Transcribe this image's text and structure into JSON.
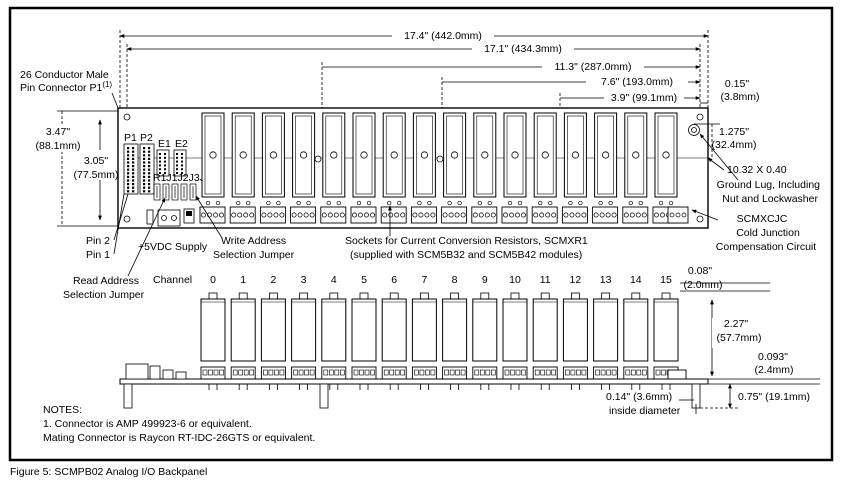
{
  "caption": "Figure 5: SCMPB02 Analog I/O Backpanel",
  "top_dimensions": [
    "17.4\" (442.0mm)",
    "17.1\" (434.3mm)",
    "11.3\" (287.0mm)",
    "7.6\" (193.0mm)",
    "3.9\" (99.1mm)"
  ],
  "edge_dimension": {
    "inch": "0.15\"",
    "mm": "(3.8mm)"
  },
  "height_outer": {
    "inch": "3.47\"",
    "mm": "(88.1mm)"
  },
  "height_inner": {
    "inch": "3.05\"",
    "mm": "(77.5mm)"
  },
  "right_dimension": {
    "inch": "1.275\"",
    "mm": "(32.4mm)"
  },
  "ground_lug": {
    "line1": "10.32 X 0.40",
    "line2": "Ground Lug, Including",
    "line3": "Nut and Lockwasher"
  },
  "connector_label": {
    "line1": "26 Conductor Male",
    "line2": "Pin Connector P1",
    "sup": "(1)"
  },
  "board_labels": {
    "p1": "P1",
    "p2": "P2",
    "e1": "E1",
    "e2": "E2",
    "jumpers": "R1J1J2J3J4"
  },
  "pin2": "Pin 2",
  "pin1": "Pin 1",
  "supply": "+5VDC Supply",
  "write_jumper": {
    "line1": "Write Address",
    "line2": "Selection Jumper"
  },
  "read_jumper": {
    "line1": "Read Address",
    "line2": "Selection Jumper"
  },
  "sockets": {
    "line1": "Sockets for Current Conversion Resistors, SCMXR1",
    "line2": "(supplied with SCM5B32 and SCM5B42 modules)"
  },
  "cjc": {
    "line1": "SCMXCJC",
    "line2": "Cold Junction",
    "line3": "Compensation Circuit"
  },
  "channel_label": "Channel",
  "channels": [
    "0",
    "1",
    "2",
    "3",
    "4",
    "5",
    "6",
    "7",
    "8",
    "9",
    "10",
    "11",
    "12",
    "13",
    "14",
    "15"
  ],
  "side_dims": {
    "d008": {
      "inch": "0.08\"",
      "mm": "(2.0mm)"
    },
    "d227": {
      "inch": "2.27\"",
      "mm": "(57.7mm)"
    },
    "d0093": {
      "inch": "0.093\"",
      "mm": "(2.4mm)"
    },
    "d075": "0.75\" (19.1mm)",
    "d014": {
      "line1": "0.14\" (3.6mm)",
      "line2": "inside diameter"
    }
  },
  "notes": {
    "title": "NOTES:",
    "line1": "1. Connector is AMP 499923-6 or equivalent.",
    "line2": "Mating Connector is Raycon RT-IDC-26GTS or equivalent."
  }
}
